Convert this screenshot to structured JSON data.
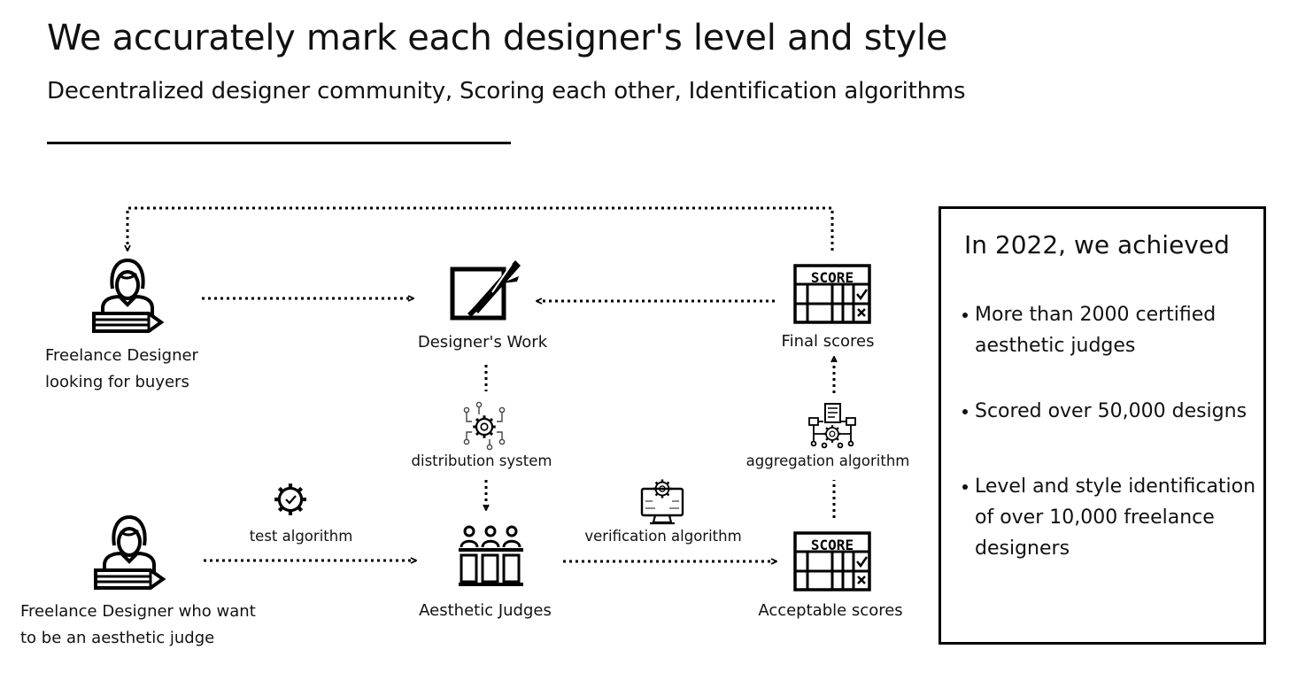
{
  "title": "We accurately mark each designer's level and style",
  "subtitle": "Decentralized designer community, Scoring each other, Identification algorithms",
  "nodes": {
    "freelance_buyers": [
      "Freelance Designer",
      "looking for buyers"
    ],
    "designers_work": "Designer's Work",
    "final_scores": "Final scores",
    "distribution_system": "distribution system",
    "aggregation_algorithm": "aggregation algorithm",
    "freelance_judge": [
      "Freelance Designer who want",
      "to be an aesthetic judge"
    ],
    "test_algorithm": "test algorithm",
    "aesthetic_judges": "Aesthetic Judges",
    "verification_algorithm": "verification algorithm",
    "acceptable_scores": "Acceptable scores",
    "score_sheet_text": "SCORE"
  },
  "icons": {
    "designer": "designer-person-icon",
    "work": "design-canvas-brush-icon",
    "score_sheet": "score-sheet-icon",
    "network_gear": "network-gear-icon",
    "document_gear": "document-gear-icon",
    "badge_gear": "gear-check-icon",
    "monitor_gear": "monitor-gear-icon",
    "judges_panel": "judges-panel-icon"
  },
  "achievements": {
    "title": "In 2022, we achieved",
    "items": [
      "More than 2000 certified aesthetic judges",
      "Scored over 50,000 designs",
      "Level and style identification of over 10,000 freelance designers"
    ]
  }
}
